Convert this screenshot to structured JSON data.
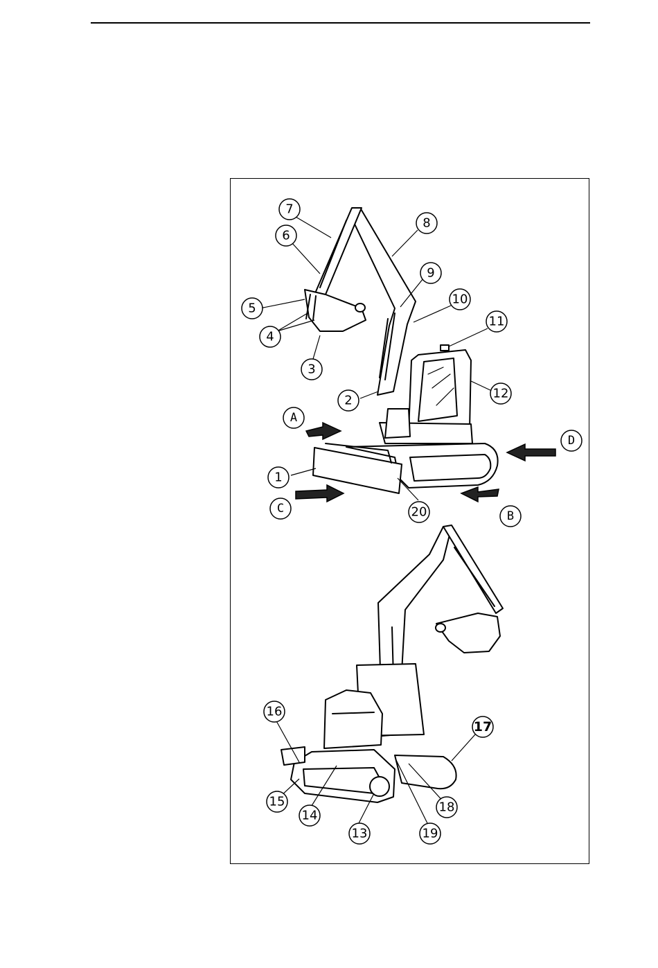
{
  "labels": {
    "l1": "1",
    "l2": "2",
    "l3": "3",
    "l4": "4",
    "l5": "5",
    "l6": "6",
    "l7": "7",
    "l8": "8",
    "l9": "9",
    "l10": "10",
    "l11": "11",
    "l12": "12",
    "l13": "13",
    "l14": "14",
    "l15": "15",
    "l16": "16",
    "l17": "17",
    "l18": "18",
    "l19": "19",
    "l20": "20",
    "A": "A",
    "B": "B",
    "C": "C",
    "D": "D"
  }
}
